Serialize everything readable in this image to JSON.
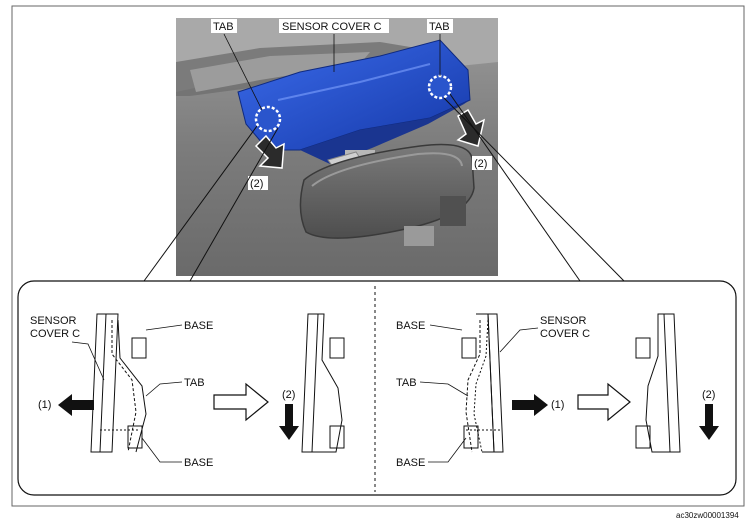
{
  "figure": {
    "photo_labels": {
      "tab_left": "TAB",
      "sensor_cover": "SENSOR COVER C",
      "tab_right": "TAB",
      "step_left": "(2)",
      "step_right": "(2)"
    },
    "left_panel": {
      "sensor_cover_line1": "SENSOR",
      "sensor_cover_line2": "COVER C",
      "base_top": "BASE",
      "tab": "TAB",
      "base_bottom": "BASE",
      "step1": "(1)",
      "step2": "(2)"
    },
    "right_panel": {
      "base_top": "BASE",
      "sensor_cover_line1": "SENSOR",
      "sensor_cover_line2": "COVER C",
      "tab": "TAB",
      "base_bottom": "BASE",
      "step1": "(1)",
      "step2": "(2)"
    },
    "image_code": "ac30zw00001394"
  },
  "colors": {
    "cover_blue": "#1f4fd0",
    "photo_gray": "#8c8c8c"
  }
}
